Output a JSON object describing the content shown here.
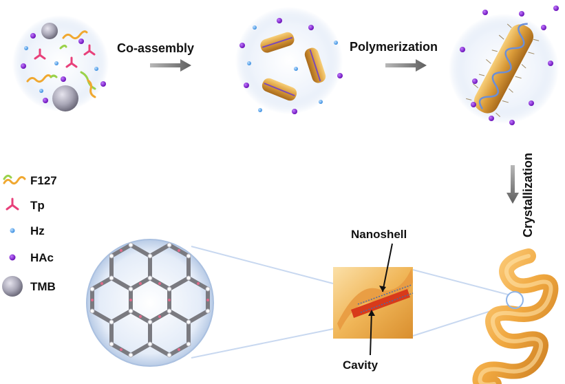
{
  "steps": {
    "co_assembly": "Co-assembly",
    "polymerization": "Polymerization",
    "crystallization": "Crystallization"
  },
  "legend": [
    {
      "name": "f127",
      "label": "F127"
    },
    {
      "name": "tp",
      "label": "Tp"
    },
    {
      "name": "hz",
      "label": "Hz"
    },
    {
      "name": "hac",
      "label": "HAc"
    },
    {
      "name": "tmb",
      "label": "TMB"
    }
  ],
  "callouts": {
    "nanoshell": "Nanoshell",
    "cavity": "Cavity"
  },
  "colors": {
    "f127_orange": "#f0a830",
    "f127_green": "#9ad24a",
    "tp_pink": "#e8407a",
    "hz_blue": "#4a9ee8",
    "hac_purple": "#8a2be2",
    "tmb_gray": "#9a98a8",
    "helix_orange": "#f5b24a",
    "arrow_gray": "#7a7a7a",
    "glow_blue": "#c8d8f0"
  }
}
